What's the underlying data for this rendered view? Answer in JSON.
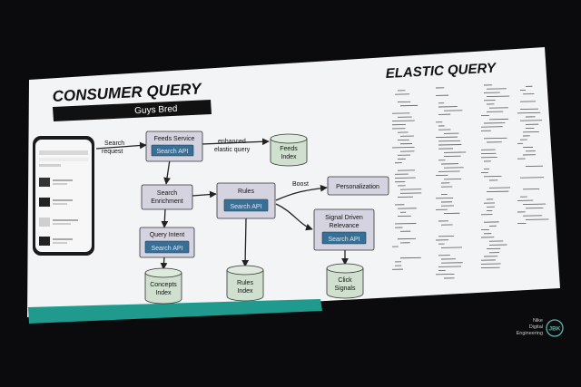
{
  "slide": {
    "left_title": "CONSUMER QUERY",
    "subtitle": "Guys Bred",
    "right_title": "ELASTIC QUERY",
    "branding": [
      "Nike",
      "Digital",
      "Engineering"
    ],
    "logo_text": "JBK"
  },
  "colors": {
    "slide_bg": "#f2f4f6",
    "box_fill": "#d5d3e0",
    "api_fill": "#3a6f95",
    "db_fill": "#cfe0cf",
    "teal": "#1f9a8c",
    "black_bar": "#111111"
  },
  "diagram": {
    "nodes": {
      "feeds_service": {
        "label": "Feeds Service",
        "api": "Search API"
      },
      "search_enrichment": {
        "lines": [
          "Search",
          "Enrichment"
        ]
      },
      "rules": {
        "label": "Rules",
        "api": "Search API"
      },
      "personalization": {
        "label": "Personalization"
      },
      "query_intent": {
        "label": "Query Intent",
        "api": "Search API"
      },
      "signal_driven": {
        "lines": [
          "Signal Driven",
          "Relevance"
        ],
        "api": "Search API"
      }
    },
    "databases": {
      "feeds_index": [
        "Feeds",
        "Index"
      ],
      "concepts_index": [
        "Concepts",
        "Index"
      ],
      "rules_index": [
        "Rules",
        "Index"
      ],
      "click_signals": [
        "Click",
        "Signals"
      ]
    },
    "edge_labels": {
      "search_request": [
        "Search",
        "request"
      ],
      "enhanced_query": [
        "enhanced",
        "elastic query"
      ],
      "boost": "Boost"
    }
  }
}
